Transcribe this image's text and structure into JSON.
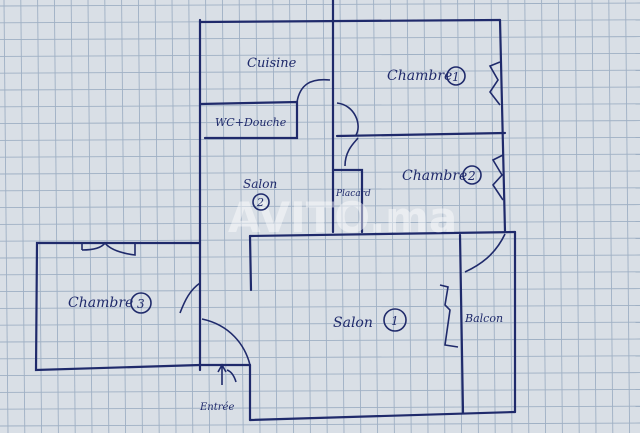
{
  "rooms": {
    "cuisine": "Cuisine",
    "chambre1": "Chambre",
    "chambre1_num": "1",
    "wc": "WC+Douche",
    "salon2": "Salon",
    "salon2_num": "2",
    "placard": "Placard",
    "chambre2": "Chambre",
    "chambre2_num": "2",
    "chambre3": "Chambre",
    "chambre3_num": "3",
    "salon1": "Salon",
    "salon1_num": "1",
    "balcon": "Balcon",
    "entree": "Entrée"
  },
  "watermark": "AVITO.ma",
  "colors": {
    "ink": "#1f2a6b",
    "paper": "#d9dfe6",
    "grid": "#9fb0c4"
  }
}
